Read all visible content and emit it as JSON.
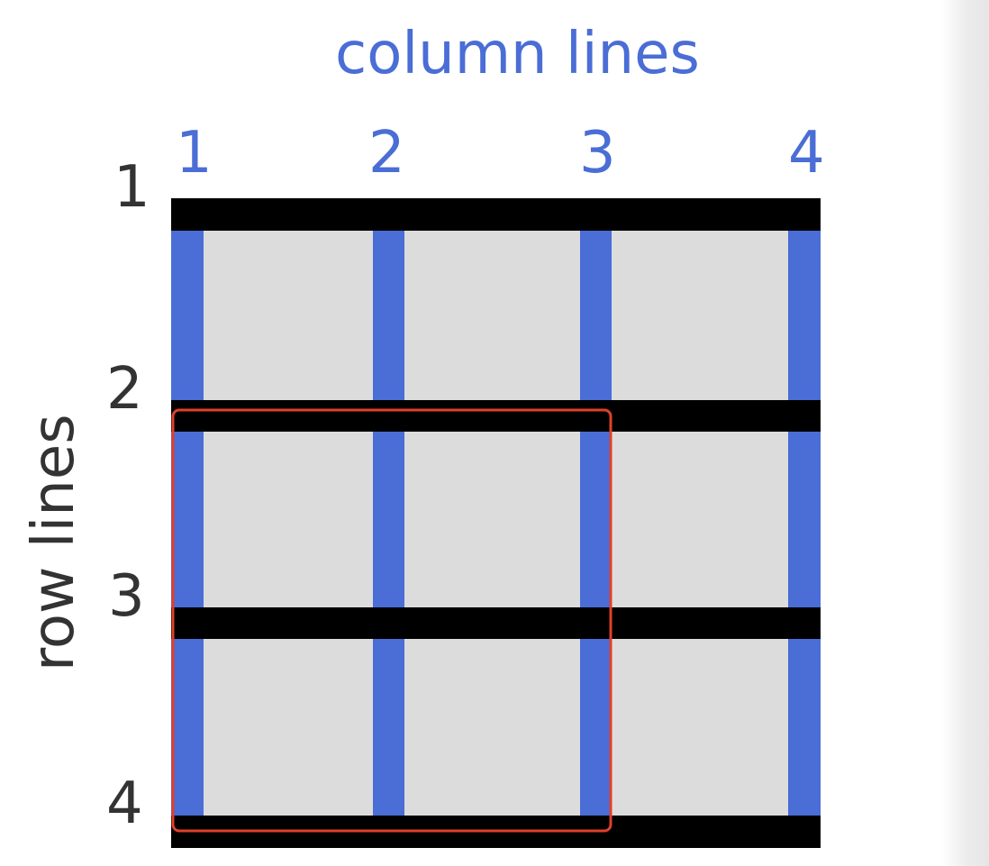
{
  "diagram": {
    "column_title": "column lines",
    "row_title": "row lines",
    "column_line_labels": [
      "1",
      "2",
      "3",
      "4"
    ],
    "row_line_labels": [
      "1",
      "2",
      "3",
      "4"
    ]
  },
  "colors": {
    "column_lines": "#4a6dd6",
    "row_lines": "#000000",
    "cell_fill": "#dcdcdc",
    "selection_outline": "#e0402a",
    "column_text": "#4a6dd6",
    "row_text": "#333333",
    "background": "#ffffff"
  }
}
